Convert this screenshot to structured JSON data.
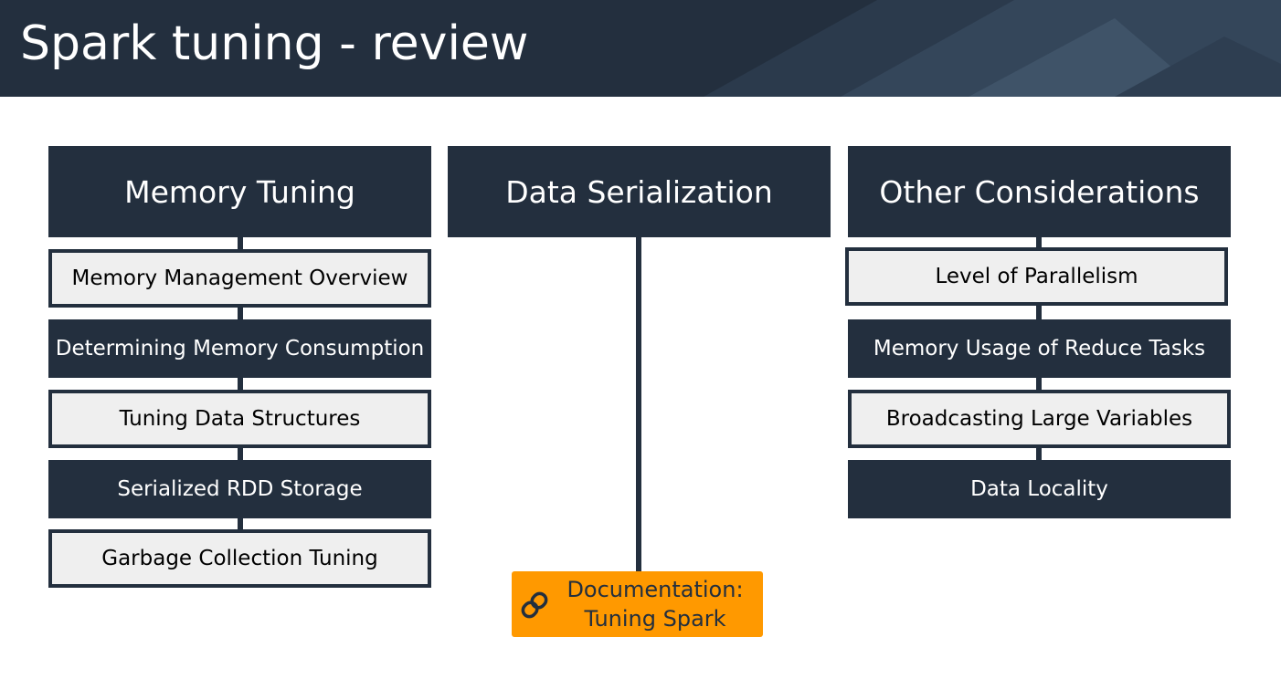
{
  "title": "Spark tuning - review",
  "colors": {
    "dark": "#232f3e",
    "light": "#efefef",
    "accent": "#ff9900"
  },
  "columns": [
    {
      "heading": "Memory Tuning",
      "items": [
        {
          "label": "Memory Management Overview",
          "style": "light"
        },
        {
          "label": "Determining Memory Consumption",
          "style": "dark"
        },
        {
          "label": "Tuning Data Structures",
          "style": "light"
        },
        {
          "label": "Serialized RDD Storage",
          "style": "dark"
        },
        {
          "label": "Garbage Collection Tuning",
          "style": "light"
        }
      ]
    },
    {
      "heading": "Data Serialization",
      "items": []
    },
    {
      "heading": "Other Considerations",
      "items": [
        {
          "label": "Level of Parallelism",
          "style": "light"
        },
        {
          "label": "Memory Usage of Reduce Tasks",
          "style": "dark"
        },
        {
          "label": "Broadcasting Large Variables",
          "style": "light"
        },
        {
          "label": "Data Locality",
          "style": "dark"
        }
      ]
    }
  ],
  "doc_link": {
    "line1": "Documentation:",
    "line2": "Tuning Spark",
    "icon": "link-icon"
  }
}
